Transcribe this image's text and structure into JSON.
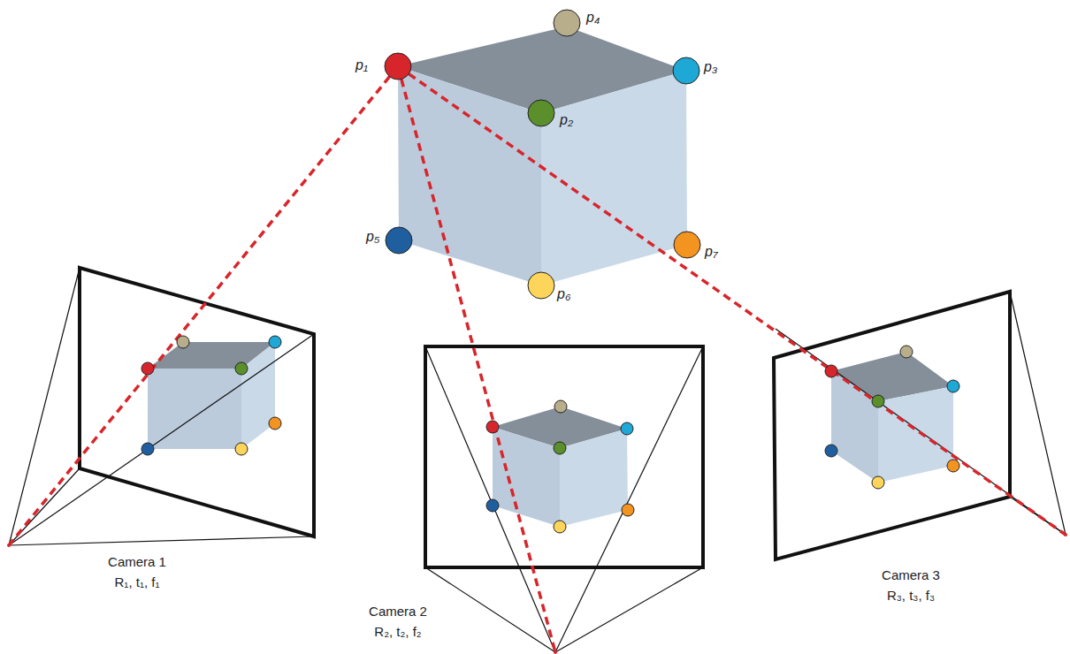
{
  "diagram": {
    "labels": [
      "p₁",
      "p₄",
      "p₃",
      "p₂",
      "p₅",
      "p₇",
      "p₆",
      "Camera 1",
      "R₁, t₁, f₁",
      "Camera 2",
      "R₂, t₂, f₂",
      "Camera 3",
      "R₃, t₃, f₃"
    ]
  }
}
